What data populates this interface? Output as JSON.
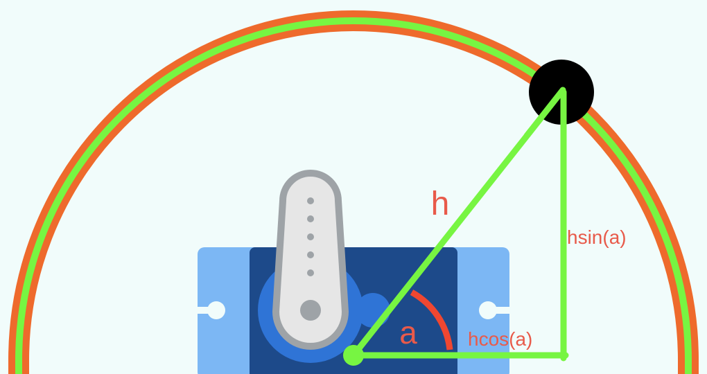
{
  "labels": {
    "hypotenuse": "h",
    "angle": "a",
    "vertical": "hsin(a)",
    "horizontal": "hcos(a)"
  },
  "colors": {
    "background": "#f1fcfb",
    "outer_arc": "#ee6a2c",
    "inner_arc": "#77f542",
    "triangle": "#77f542",
    "angle_arc": "#ef4731",
    "label_text": "#e85a4a",
    "endpoint": "#000000",
    "servo_bracket": "#7cb7f4",
    "servo_body": "#1d4a8a",
    "servo_gear": "#2f74d6",
    "servo_horn_outline": "#9ea3a7",
    "servo_horn_fill": "#e6e6e6"
  },
  "icons": {
    "servo": "servo-motor-icon",
    "endpoint": "circle-endpoint"
  }
}
